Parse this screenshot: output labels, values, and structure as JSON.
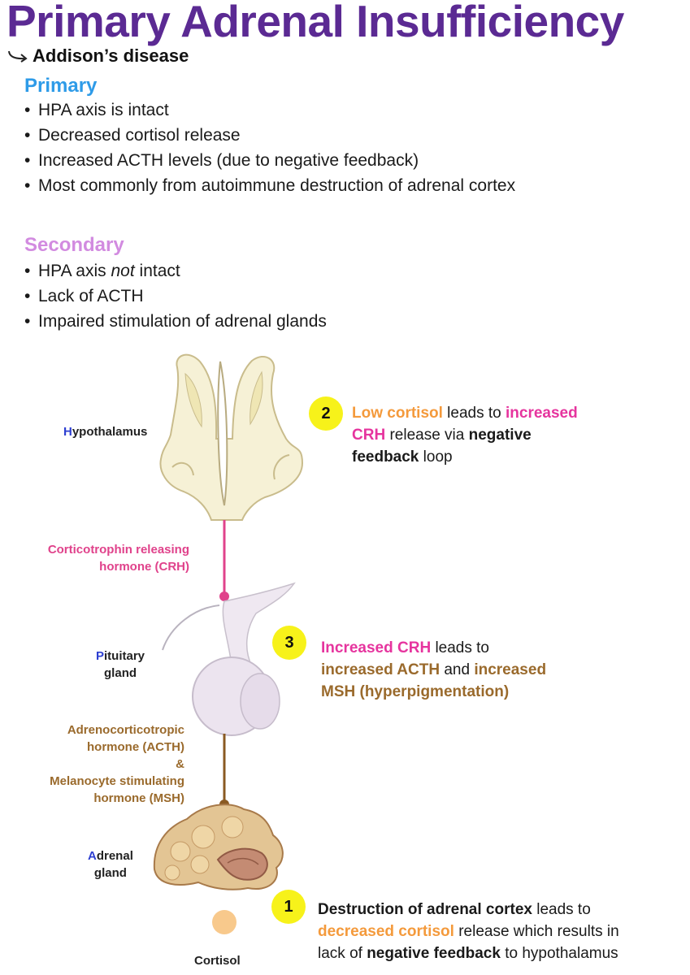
{
  "title": "Primary Adrenal Insufficiency",
  "subtitle": "Addison’s disease",
  "primary": {
    "heading": "Primary",
    "bullets": [
      "HPA axis is intact",
      "Decreased cortisol release",
      "Increased ACTH levels (due to negative feedback)",
      "Most commonly from autoimmune destruction of adrenal cortex"
    ]
  },
  "secondary": {
    "heading": "Secondary",
    "bullets": {
      "b1_pre": "HPA axis ",
      "b1_em": "not",
      "b1_post": " intact",
      "b2": "Lack of ACTH",
      "b3": "Impaired stimulation of adrenal glands"
    }
  },
  "diagram": {
    "hypothalamus": {
      "first": "H",
      "rest": "ypothalamus"
    },
    "pituitary": {
      "first": "P",
      "rest": "ituitary",
      "line2": "gland"
    },
    "adrenal": {
      "first": "A",
      "rest": "drenal",
      "line2": "gland"
    },
    "cortisol_label": "Cortisol",
    "crh_label": [
      "Corticotrophin releasing",
      "hormone (CRH)"
    ],
    "acth_label": [
      "Adrenocorticotropic",
      "hormone (ACTH)",
      "&",
      "Melanocyte stimulating",
      "hormone (MSH)"
    ]
  },
  "steps": {
    "s2": {
      "num": "2",
      "t1": "Low cortisol",
      "t2": " leads to ",
      "t3": "increased",
      "t4": "CRH",
      "t5": " release via ",
      "t6": "negative",
      "t7": "feedback",
      "t8": " loop"
    },
    "s3": {
      "num": "3",
      "t1": "Increased CRH",
      "t2": " leads to",
      "t3": "increased ACTH",
      "t4": " and ",
      "t5": "increased",
      "t6": "MSH (hyperpigmentation)"
    },
    "s1": {
      "num": "1",
      "t1": "Destruction of adrenal cortex",
      "t2": " leads to",
      "t3": "decreased cortisol",
      "t4": " release which results in",
      "t5": "lack of ",
      "t6": "negative feedback",
      "t7": " to hypothalamus"
    }
  },
  "colors": {
    "title": "#5b2a93",
    "primary_heading": "#2e9be8",
    "secondary_heading": "#d28be0",
    "crh": "#e0428b",
    "acth": "#9a6a2c",
    "cortisol": "#f49a3c",
    "step_circle": "#f7f21a",
    "organ_initial": "#2d3fd1"
  }
}
